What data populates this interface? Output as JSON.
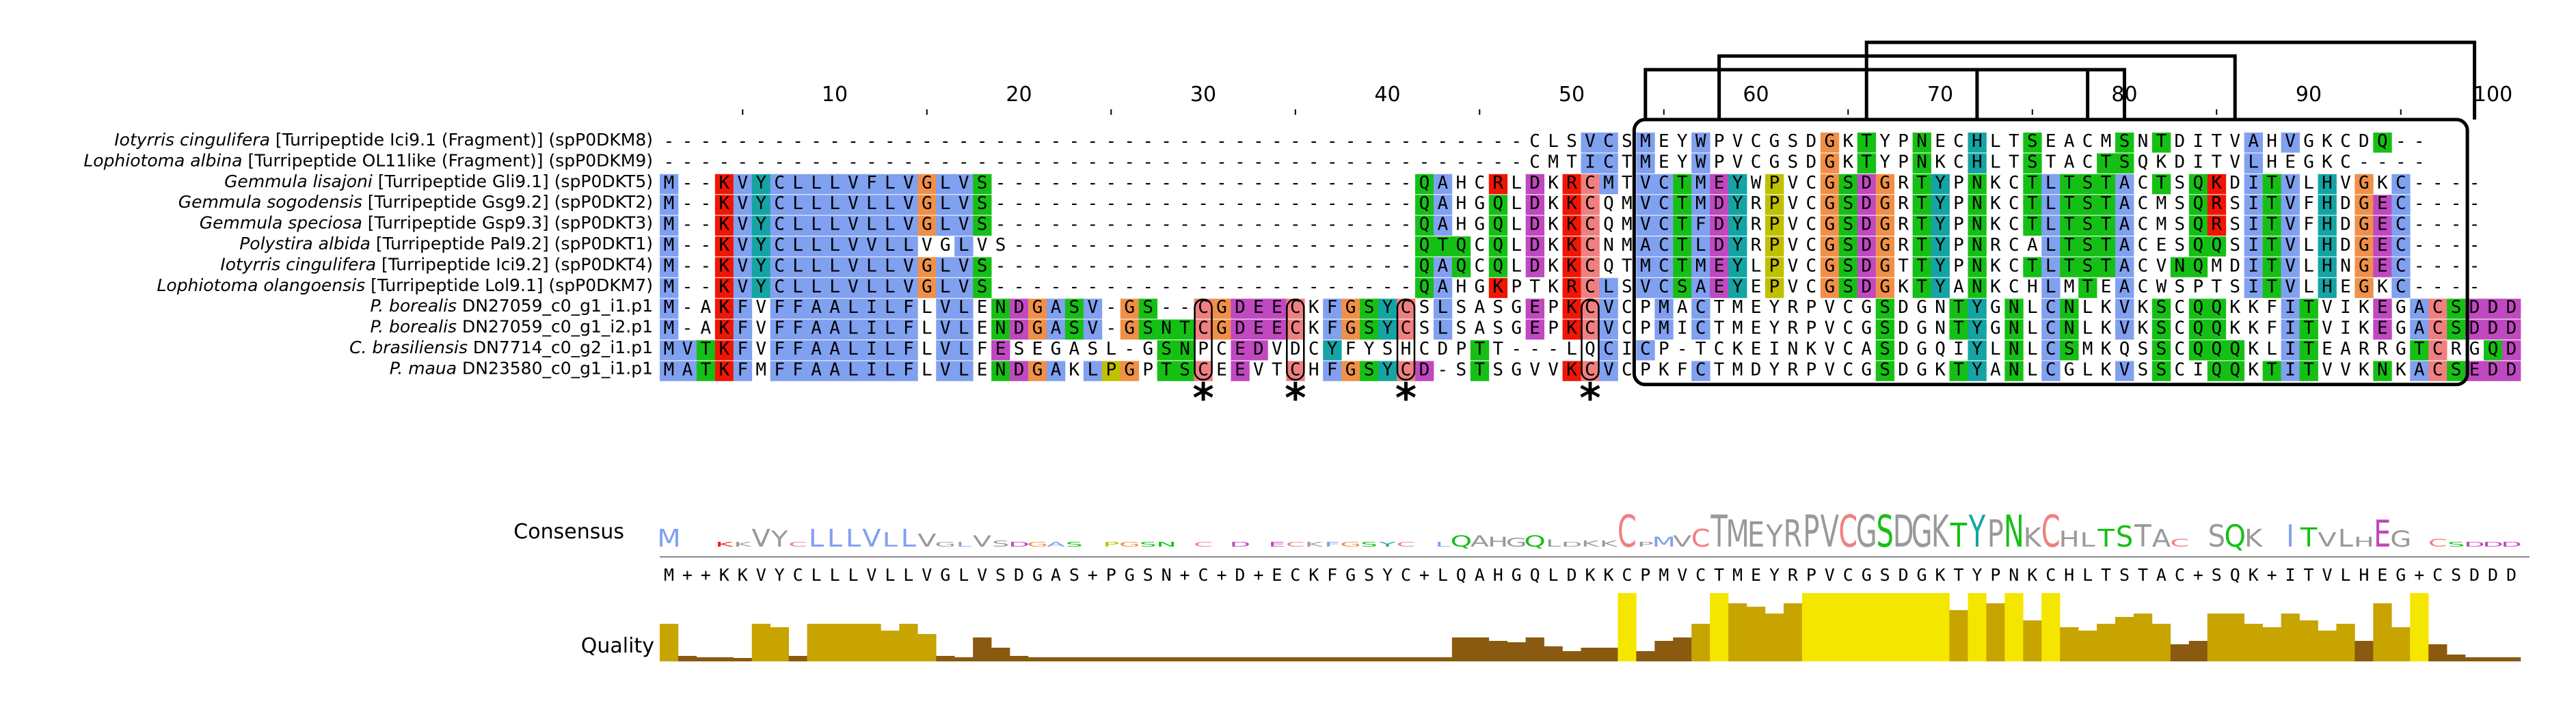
{
  "sequences": [
    {
      "species": "Iotyrris cingulifera",
      "desc": " [Turripeptide Ici9.1 (Fragment)] (spP0DKM8)",
      "seq": "-----------------------------------------------CLSVCSMEYWPVCGSDGKTYPNECHLTSEACMSNTDITVAHVGKCDQ--"
    },
    {
      "species": "Lophiotoma albina",
      "desc": " [Turripeptide OL11like (Fragment)] (spP0DKM9)",
      "seq": "-----------------------------------------------CMTICTMEYWPVCGSDGKTYPNKCHLTSTACTSQKDITVLHEGKC----"
    },
    {
      "species": "Gemmula lisajoni",
      "desc": " [Turripeptide Gli9.1] (spP0DKT5)",
      "seq": "M--KVYCLLLVFLVGLVS-----------------------QAHCRLDKRCMTVCTMEYWPVCGSDGRTYPNKCTLTSTACTSQKDITVLHVGKC----"
    },
    {
      "species": "Gemmula sogodensis",
      "desc": " [Turripeptide Gsg9.2] (spP0DKT2)",
      "seq": "M--KVYCLLLVLLVGLVS-----------------------QAHGQLDKKCQMVCTMDYRPVCGSDGRTYPNKCTLTSTACMSQRSITVFHDGEC----"
    },
    {
      "species": "Gemmula speciosa",
      "desc": " [Turripeptide Gsp9.3] (spP0DKT3)",
      "seq": "M--KVYCLLLVLLVGLVS-----------------------QAHGQLDKKCQMVCTFDYRPVCGSDGRTYPNKCTLTSTACMSQRSITVFHDGEC----"
    },
    {
      "species": "Polystira albida",
      "desc": " [Turripeptide Pal9.2] (spP0DKT1)",
      "seq": "M--KVYCLLLVVLLVGLVS----------------------QTQCQLDKKCNMACTLDYRPVCGSDGRTYPNRCALTSTACESQQSITVLHDGEC----"
    },
    {
      "species": "Iotyrris cingulifera",
      "desc": " [Turripeptide Ici9.2] (spP0DKT4)",
      "seq": "M--KVYCLLLVLLVGLVS-----------------------QAQCQLDKKCQTMCTMEYLPVCGSDGTTYPNKCTLTSTACVNQMDITVLHNGEC----"
    },
    {
      "species": "Lophiotoma olangoensis",
      "desc": " [Turripeptide Lol9.1] (spP0DKM7)",
      "seq": "M--KVYCLLLVLLVGLVS-----------------------QAHGKPTKRCLSVCSAEYEPVCGSDGKTYANKCHLMTEACWSPTSITVLHEGKC----"
    },
    {
      "species": "P. borealis",
      "desc": " DN27059_c0_g1_i1.p1",
      "seq": "M-AKFVFFAALILFLVLENDGASV-GS--CGDEECKFGSYCSLSASGEPKCVCPMACTMEYRPVCGSDGNTYGNLCNLKVKSCQQKKFITVIKEGACSDDD"
    },
    {
      "species": "P. borealis",
      "desc": " DN27059_c0_g1_i2.p1",
      "seq": "M-AKFVFFAALILFLVLENDGASV-GSNTCGDEECKFGSYCSLSASGEPKCVCPMICTMEYRPVCGSDGNTYGNLCNLKVKSCQQKKFITVIKEGACSDDD"
    },
    {
      "species": "C. brasiliensis",
      "desc": " DN7714_c0_g2_i1.p1",
      "seq": "MVTKFVFFAALILFLVLFESEGASL-GSNPCEDVDCYFYSHCDPTT---LQCICP-TCKEINKVCASDGQIYLNLCSMKQSSCQQQKLITEARRGTCRGQD"
    },
    {
      "species": "P. maua",
      "desc": " DN23580_c0_g1_i1.p1",
      "seq": "MATKFMFFAALILFLVLENDGAKLPGPTSCEEVTCHFGSYCD-STSGVVKCVCPKFCTMDYRPVCGSDGKTYANLCGLKVSSCIQQKTITVVKNKACSEDD"
    }
  ],
  "ruler": [
    "10",
    "20",
    "30",
    "40",
    "50",
    "60",
    "70",
    "80",
    "90",
    "100"
  ],
  "consensus_label": "Consensus",
  "consensus_seq": "M++KKVYCLLLVLLVGLVSDGAS+PGSN+C+D+ECKFGSYC+LQAHGQLDKKCPMVCTMEYRPVCGSDGKTYPNKCHLTSTAC+SQK+ITVLHEG+CSDDD",
  "quality_label": "Quality",
  "asterisk": "*",
  "quality": [
    0.55,
    0.08,
    0.06,
    0.06,
    0.05,
    0.55,
    0.5,
    0.08,
    0.55,
    0.55,
    0.55,
    0.55,
    0.45,
    0.55,
    0.4,
    0.08,
    0.06,
    0.35,
    0.2,
    0.08,
    0.06,
    0.06,
    0.06,
    0.06,
    0.06,
    0.06,
    0.06,
    0.06,
    0.06,
    0.06,
    0.06,
    0.06,
    0.06,
    0.06,
    0.06,
    0.06,
    0.06,
    0.06,
    0.06,
    0.06,
    0.06,
    0.06,
    0.06,
    0.35,
    0.35,
    0.3,
    0.28,
    0.35,
    0.22,
    0.15,
    0.2,
    0.2,
    1.0,
    0.15,
    0.3,
    0.35,
    0.55,
    1.0,
    0.85,
    0.8,
    0.7,
    0.85,
    1.0,
    1.0,
    1.0,
    1.0,
    1.0,
    1.0,
    1.0,
    1.0,
    0.75,
    1.0,
    0.85,
    1.0,
    0.6,
    1.0,
    0.5,
    0.45,
    0.55,
    0.65,
    0.7,
    0.55,
    0.25,
    0.3,
    0.7,
    0.7,
    0.55,
    0.5,
    0.7,
    0.6,
    0.45,
    0.55,
    0.3,
    0.85,
    0.5,
    1.0,
    0.25,
    0.1,
    0.06,
    0.06,
    0.06
  ],
  "colors": {
    "blue": "#80a0f0",
    "teal": "#15a4a4",
    "green": "#15c015",
    "orange": "#f09048",
    "yellow": "#c0c000",
    "magenta": "#c048c0",
    "salmon": "#f08080",
    "red": "#f01505",
    "pink": "#f01505",
    "quality_high": "#f5e600",
    "quality_mid": "#c8a400",
    "quality_low": "#8a5a10"
  }
}
